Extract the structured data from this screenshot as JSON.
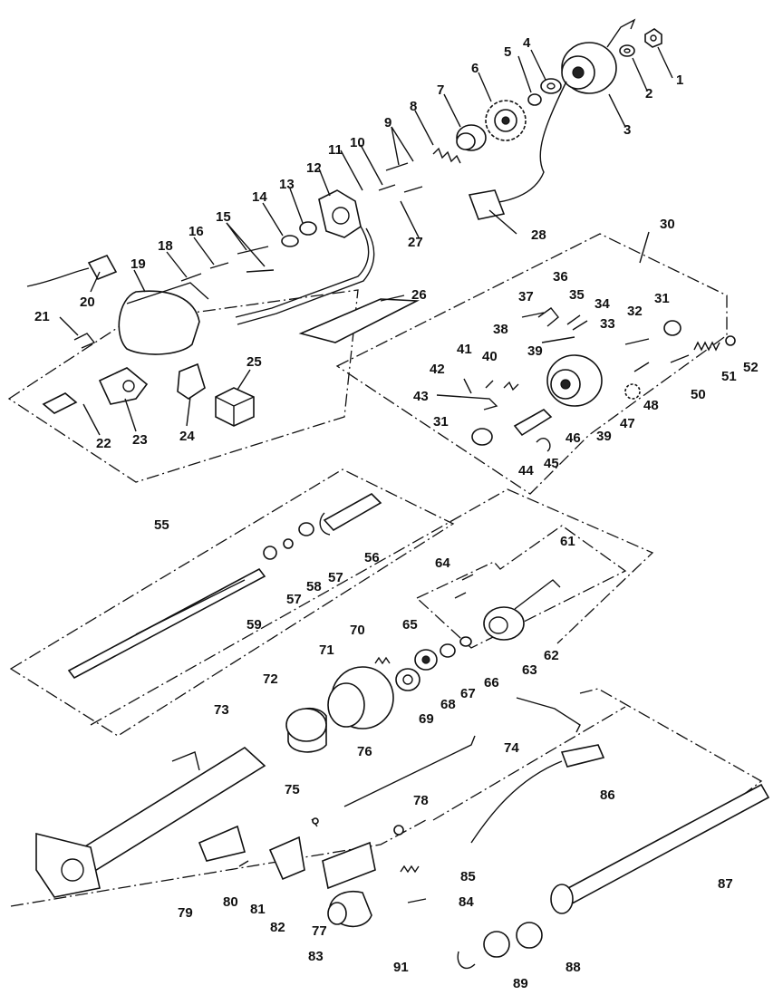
{
  "labels": {
    "n1": "1",
    "n2": "2",
    "n3": "3",
    "n4": "4",
    "n5": "5",
    "n6": "6",
    "n7": "7",
    "n8": "8",
    "n9": "9",
    "n10": "10",
    "n11": "11",
    "n12": "12",
    "n13": "13",
    "n14": "14",
    "n15": "15",
    "n16": "16",
    "n18": "18",
    "n19": "19",
    "n20": "20",
    "n21": "21",
    "n22": "22",
    "n23": "23",
    "n24": "24",
    "n25": "25",
    "n26": "26",
    "n27": "27",
    "n28": "28",
    "n30": "30",
    "n31a": "31",
    "n31b": "31",
    "n32": "32",
    "n33": "33",
    "n34": "34",
    "n35": "35",
    "n36": "36",
    "n37": "37",
    "n38": "38",
    "n39a": "39",
    "n39b": "39",
    "n40": "40",
    "n41": "41",
    "n42": "42",
    "n43": "43",
    "n44": "44",
    "n45": "45",
    "n46": "46",
    "n47": "47",
    "n48": "48",
    "n50": "50",
    "n51": "51",
    "n52": "52",
    "n55": "55",
    "n56": "56",
    "n57a": "57",
    "n57b": "57",
    "n58": "58",
    "n59": "59",
    "n61": "61",
    "n62": "62",
    "n63": "63",
    "n64": "64",
    "n65": "65",
    "n66": "66",
    "n67": "67",
    "n68": "68",
    "n69": "69",
    "n70": "70",
    "n71": "71",
    "n72": "72",
    "n73": "73",
    "n74": "74",
    "n75": "75",
    "n76": "76",
    "n77": "77",
    "n78": "78",
    "n79": "79",
    "n80": "80",
    "n81": "81",
    "n82": "82",
    "n83": "83",
    "n84": "84",
    "n85": "85",
    "n86": "86",
    "n87": "87",
    "n88": "88",
    "n89": "89",
    "n91": "91"
  }
}
